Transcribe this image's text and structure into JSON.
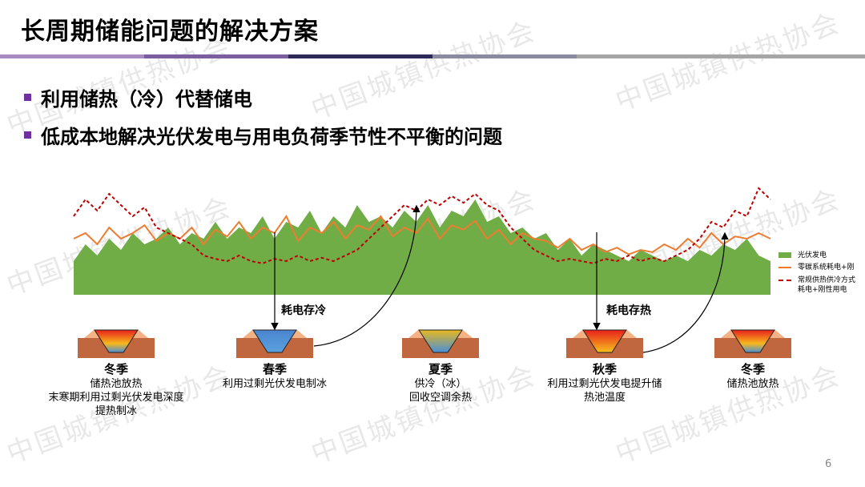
{
  "title": "长周期储能问题的解决方案",
  "bullets": [
    "利用储热（冷）代替储电",
    "低成本地解决光伏发电与用电负荷季节性不平衡的问题"
  ],
  "watermark": "中国城镇供热协会",
  "colors": {
    "accent": "#7030a0",
    "pv": "#70ad47",
    "zero_carbon": "#ed7d31",
    "conventional": "#c00000",
    "soil": "#c0673f"
  },
  "chart_data": {
    "type": "area",
    "title": "",
    "xlabel": "",
    "ylabel": "",
    "legend_position": "right",
    "series": [
      {
        "name": "光伏发电",
        "style": "area",
        "values": [
          0.3,
          0.45,
          0.35,
          0.5,
          0.4,
          0.55,
          0.45,
          0.5,
          0.6,
          0.45,
          0.55,
          0.5,
          0.65,
          0.5,
          0.6,
          0.55,
          0.7,
          0.5,
          0.65,
          0.6,
          0.75,
          0.55,
          0.7,
          0.6,
          0.8,
          0.65,
          0.7,
          0.6,
          0.75,
          0.65,
          0.8,
          0.6,
          0.75,
          0.7,
          0.85,
          0.65,
          0.7,
          0.55,
          0.6,
          0.5,
          0.55,
          0.4,
          0.5,
          0.35,
          0.45,
          0.4,
          0.35,
          0.3,
          0.4,
          0.35,
          0.3,
          0.35,
          0.3,
          0.4,
          0.35,
          0.45,
          0.4,
          0.5,
          0.35,
          0.3
        ]
      },
      {
        "name": "零碳系统耗电+刚",
        "style": "line",
        "values": [
          0.5,
          0.55,
          0.45,
          0.6,
          0.5,
          0.55,
          0.62,
          0.48,
          0.55,
          0.5,
          0.6,
          0.45,
          0.58,
          0.52,
          0.65,
          0.5,
          0.6,
          0.55,
          0.7,
          0.48,
          0.6,
          0.55,
          0.65,
          0.5,
          0.62,
          0.58,
          0.7,
          0.52,
          0.6,
          0.55,
          0.68,
          0.5,
          0.62,
          0.58,
          0.66,
          0.5,
          0.58,
          0.45,
          0.55,
          0.5,
          0.48,
          0.42,
          0.5,
          0.4,
          0.45,
          0.38,
          0.42,
          0.36,
          0.4,
          0.38,
          0.45,
          0.4,
          0.5,
          0.42,
          0.55,
          0.45,
          0.52,
          0.5,
          0.55,
          0.5
        ]
      },
      {
        "name": "常规供热供冷方式耗电+刚性用电",
        "style": "dashed",
        "values": [
          0.7,
          0.85,
          0.75,
          0.9,
          0.8,
          0.7,
          0.78,
          0.6,
          0.55,
          0.5,
          0.45,
          0.35,
          0.32,
          0.3,
          0.35,
          0.3,
          0.28,
          0.32,
          0.3,
          0.35,
          0.3,
          0.33,
          0.3,
          0.35,
          0.4,
          0.5,
          0.6,
          0.7,
          0.8,
          0.75,
          0.85,
          0.8,
          0.88,
          0.82,
          0.9,
          0.8,
          0.75,
          0.6,
          0.5,
          0.4,
          0.35,
          0.3,
          0.32,
          0.3,
          0.28,
          0.32,
          0.3,
          0.35,
          0.3,
          0.33,
          0.3,
          0.35,
          0.4,
          0.5,
          0.65,
          0.6,
          0.75,
          0.7,
          0.95,
          0.85
        ]
      }
    ]
  },
  "annotations": {
    "store_cold": "耗电存冷",
    "store_heat": "耗电存热"
  },
  "seasons": [
    {
      "name": "冬季",
      "lines": [
        "储热池放热",
        "末寒期利用过剩光伏发电深度",
        "提热制冰"
      ]
    },
    {
      "name": "春季",
      "lines": [
        "利用过剩光伏发电制冰"
      ]
    },
    {
      "name": "夏季",
      "lines": [
        "供冷（冰）",
        "回收空调余热"
      ]
    },
    {
      "name": "秋季",
      "lines": [
        "利用过剩光伏发电提升储",
        "热池温度"
      ]
    },
    {
      "name": "冬季",
      "lines": [
        "储热池放热"
      ]
    }
  ],
  "page_number": "6"
}
